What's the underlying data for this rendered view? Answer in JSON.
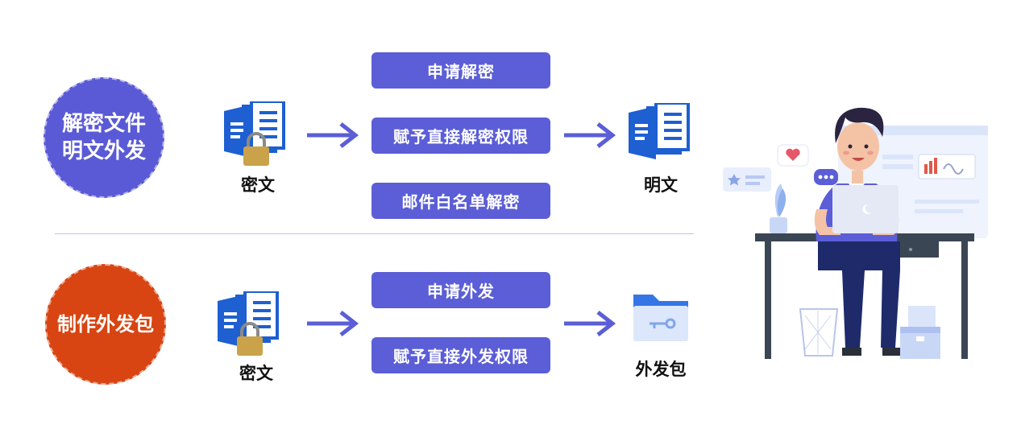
{
  "top_section": {
    "circle_lines": [
      "解密文件",
      "明文外发"
    ],
    "source_label": "密文",
    "steps": [
      "申请解密",
      "赋予直接解密权限",
      "邮件白名单解密"
    ],
    "target_label": "明文"
  },
  "bottom_section": {
    "circle_lines": [
      "制作外发包"
    ],
    "source_label": "密文",
    "steps": [
      "申请外发",
      "赋予直接外发权限"
    ],
    "target_label": "外发包"
  },
  "colors": {
    "accent_blue": "#5b5ed6",
    "accent_orange": "#d84512",
    "doc_blue": "#1e5fd1",
    "lock_gold": "#c9a24a",
    "folder_blue": "#3476e6"
  },
  "icons": {
    "encrypted_doc": "locked-document-icon",
    "plain_doc": "document-icon",
    "package": "folder-key-icon",
    "arrow": "arrow-right-icon",
    "illustration": "person-at-laptop-illustration"
  }
}
